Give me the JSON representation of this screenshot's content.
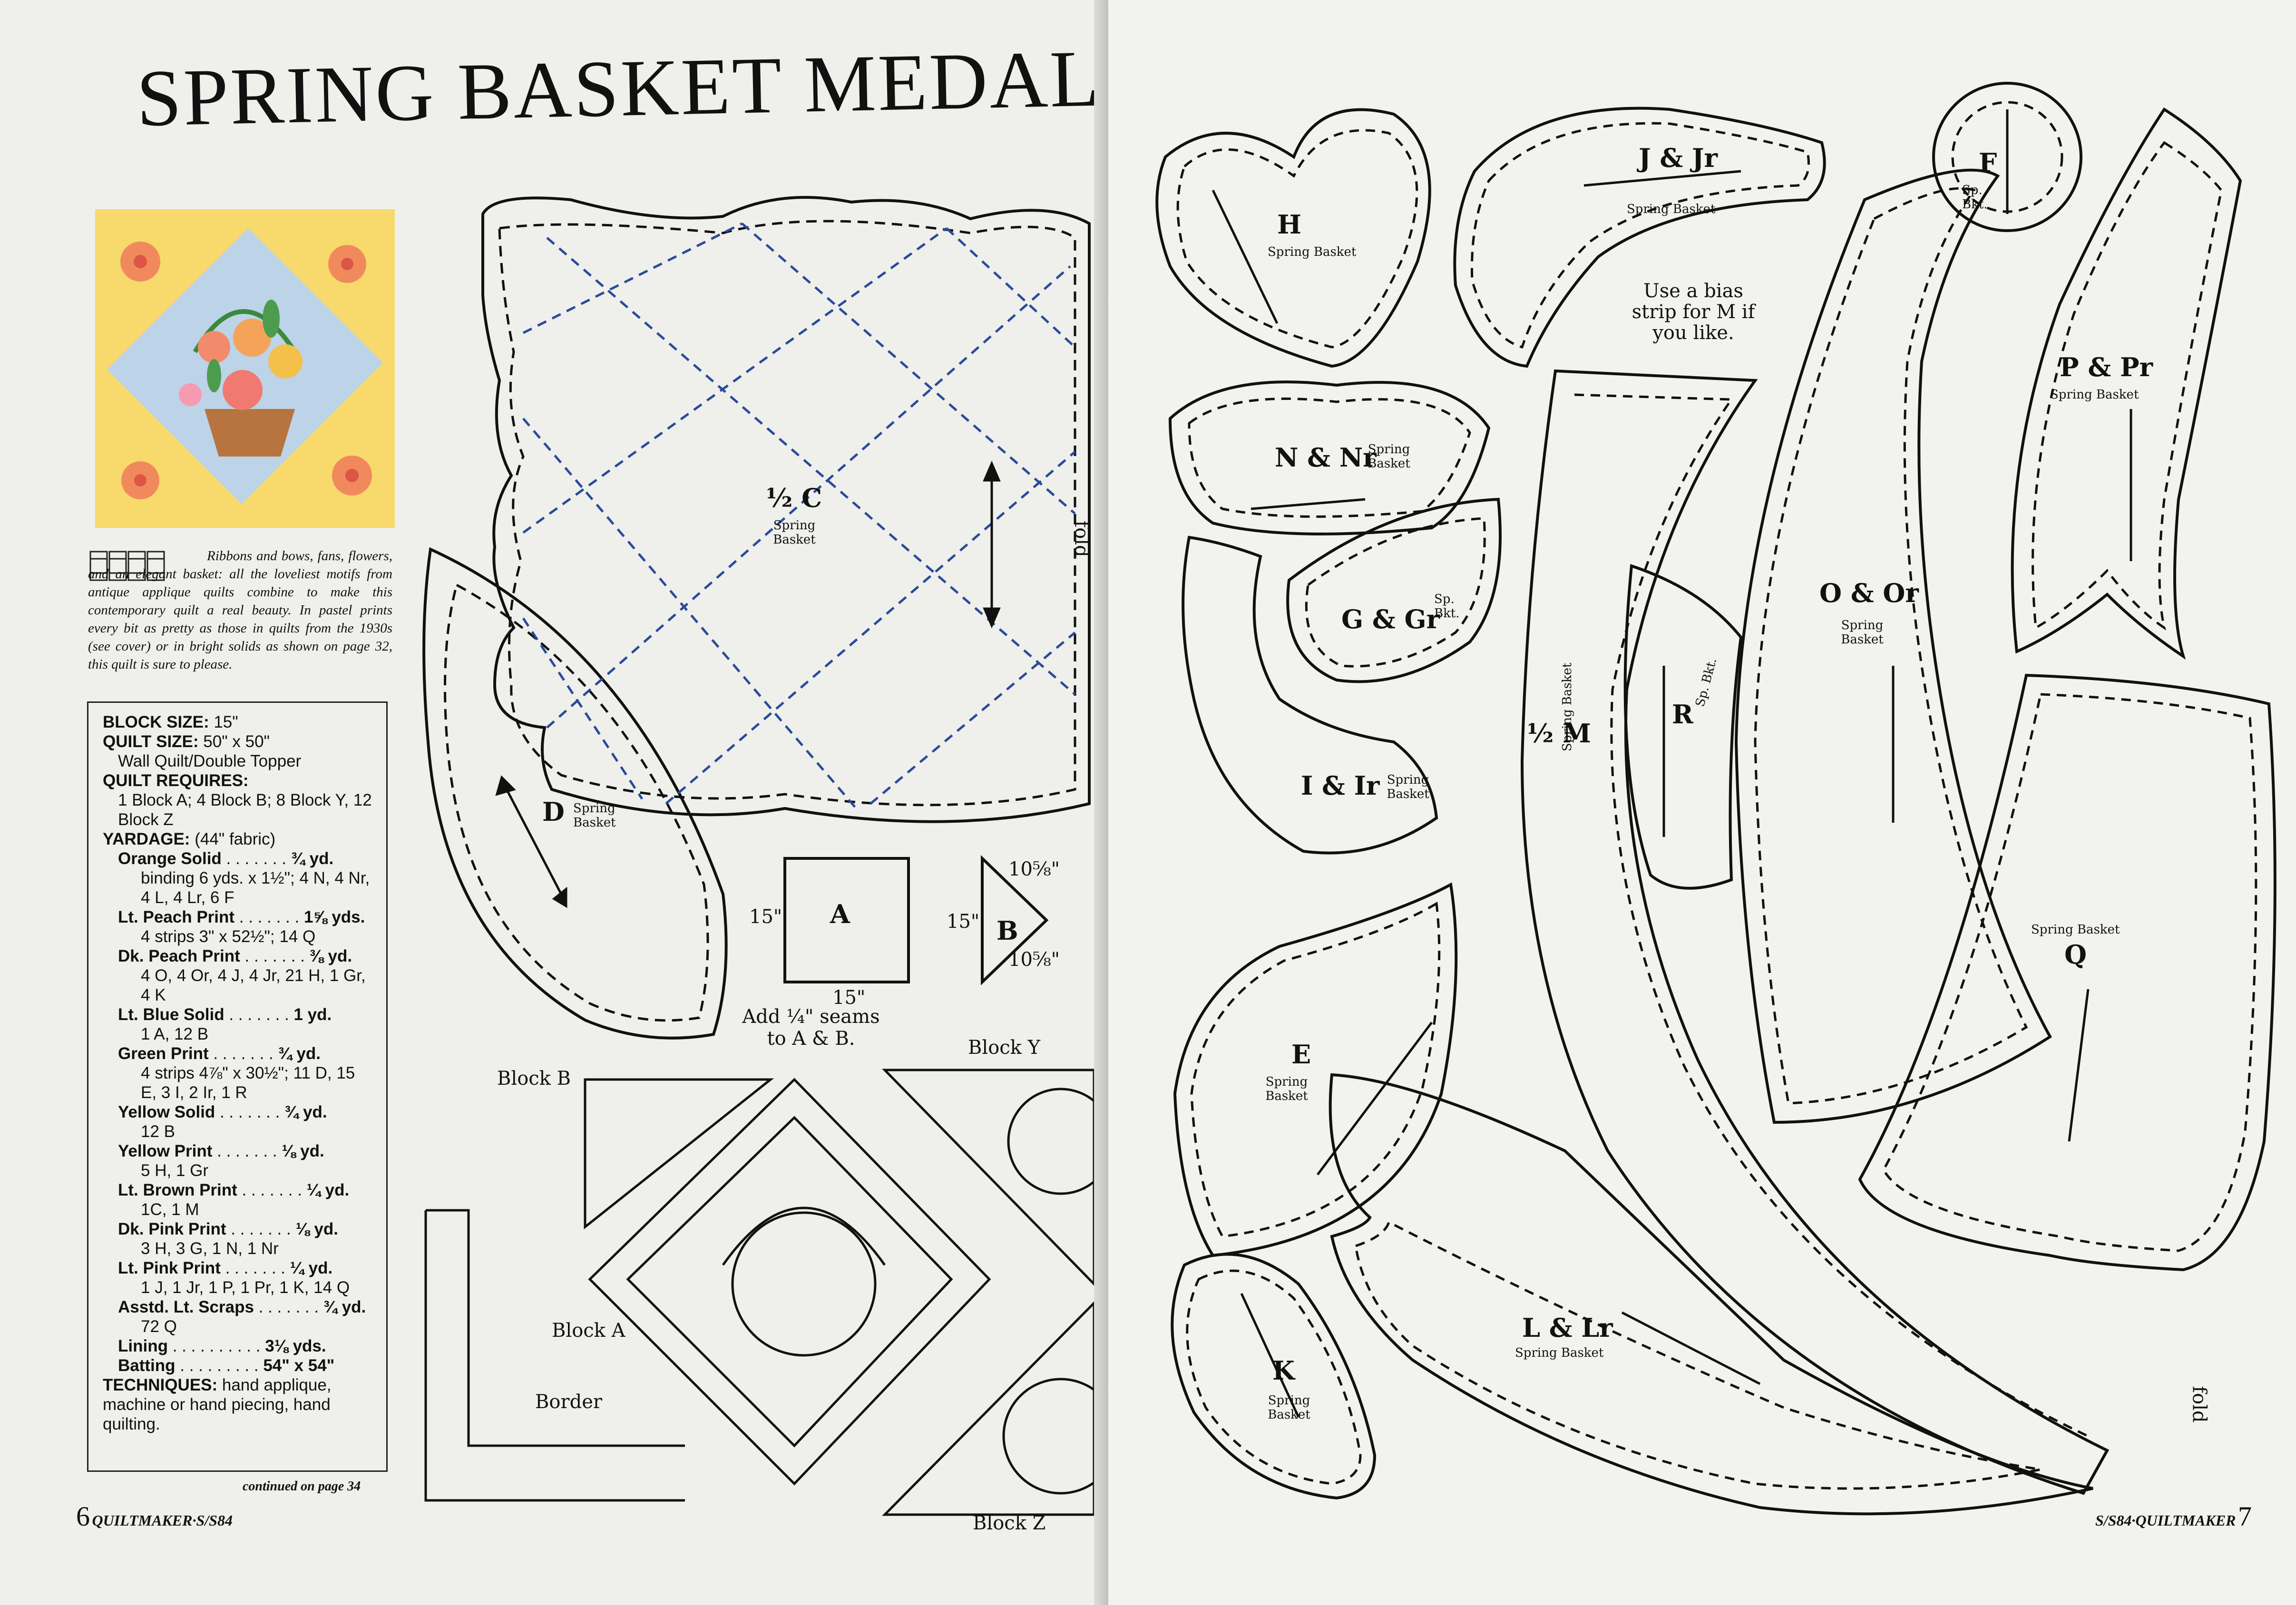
{
  "title": "SPRING BASKET MEDALLION",
  "intro": "Ribbons and bows, fans, flowers, and an elegant basket: all the loveliest motifs from antique applique quilts combine to make this contemporary quilt a real beauty. In pastel prints every bit as pretty as those in quilts from the 1930s (see cover) or in bright solids as shown on page 32, this quilt is sure to please.",
  "info": {
    "block_size_label": "BLOCK SIZE:",
    "block_size": "15\"",
    "quilt_size_label": "QUILT SIZE:",
    "quilt_size": "50\" x 50\"",
    "quilt_type": "Wall Quilt/Double Topper",
    "requires_label": "QUILT REQUIRES:",
    "requires": "1 Block A; 4 Block B; 8 Block Y, 12 Block Z",
    "yardage_label": "YARDAGE:",
    "yardage_note": "(44\" fabric)",
    "fabrics": [
      {
        "name": "Orange Solid",
        "amount": "¾ yd.",
        "cuts": "binding 6 yds. x 1½\"; 4 N, 4 Nr, 4 L, 4 Lr, 6 F"
      },
      {
        "name": "Lt. Peach Print",
        "amount": "1⅝ yds.",
        "cuts": "4 strips 3\" x 52½\"; 14 Q"
      },
      {
        "name": "Dk. Peach Print",
        "amount": "⅜ yd.",
        "cuts": "4 O, 4 Or, 4 J, 4 Jr, 21 H, 1 Gr, 4 K"
      },
      {
        "name": "Lt. Blue Solid",
        "amount": "1 yd.",
        "cuts": "1 A, 12 B"
      },
      {
        "name": "Green Print",
        "amount": "¾ yd.",
        "cuts": "4 strips 4⅞\" x 30½\"; 11 D, 15 E, 3 I, 2 Ir, 1 R"
      },
      {
        "name": "Yellow Solid",
        "amount": "¾ yd.",
        "cuts": "12 B"
      },
      {
        "name": "Yellow Print",
        "amount": "⅛ yd.",
        "cuts": "5 H, 1 Gr"
      },
      {
        "name": "Lt. Brown Print",
        "amount": "¼ yd.",
        "cuts": "1C, 1 M"
      },
      {
        "name": "Dk. Pink Print",
        "amount": "⅛ yd.",
        "cuts": "3 H, 3 G, 1 N, 1 Nr"
      },
      {
        "name": "Lt. Pink Print",
        "amount": "¼ yd.",
        "cuts": "1 J, 1 Jr, 1 P, 1 Pr, 1 K, 14 Q"
      },
      {
        "name": "Asstd. Lt. Scraps",
        "amount": "¾ yd.",
        "cuts": "72 Q"
      }
    ],
    "lining_label": "Lining",
    "lining": "3⅛ yds.",
    "batting_label": "Batting",
    "batting": "54\" x 54\"",
    "techniques_label": "TECHNIQUES:",
    "techniques": "hand applique, machine or hand piecing, hand quilting."
  },
  "continued": "continued on page 34",
  "folio_left": {
    "num": "6",
    "text": "QUILTMAKER·S/S84"
  },
  "folio_right": {
    "num": "7",
    "text": "S/S84·QUILTMAKER"
  },
  "labels": {
    "half_c": "½ C",
    "spring_basket": "Spring Basket",
    "fold": "fold",
    "d": "D",
    "a": "A",
    "b": "B",
    "dim15": "15\"",
    "dim10": "10⅝\"",
    "seam_note": "Add ¼\" seams to A & B.",
    "block_b": "Block B",
    "block_y": "Block Y",
    "block_a": "Block A",
    "block_z": "Block Z",
    "border": "Border",
    "h": "H",
    "jjr": "J & Jr",
    "f": "F",
    "sp_bkt": "Sp. Bkt.",
    "bias_note": "Use a bias strip for M if you like.",
    "nnr": "N & Nr",
    "ppr": "P & Pr",
    "ggr": "G & Gr",
    "oor": "O & Or",
    "iir": "I & Ir",
    "half_m": "½ M",
    "r": "R",
    "e": "E",
    "q": "Q",
    "k": "K",
    "llr": "L & Lr"
  }
}
